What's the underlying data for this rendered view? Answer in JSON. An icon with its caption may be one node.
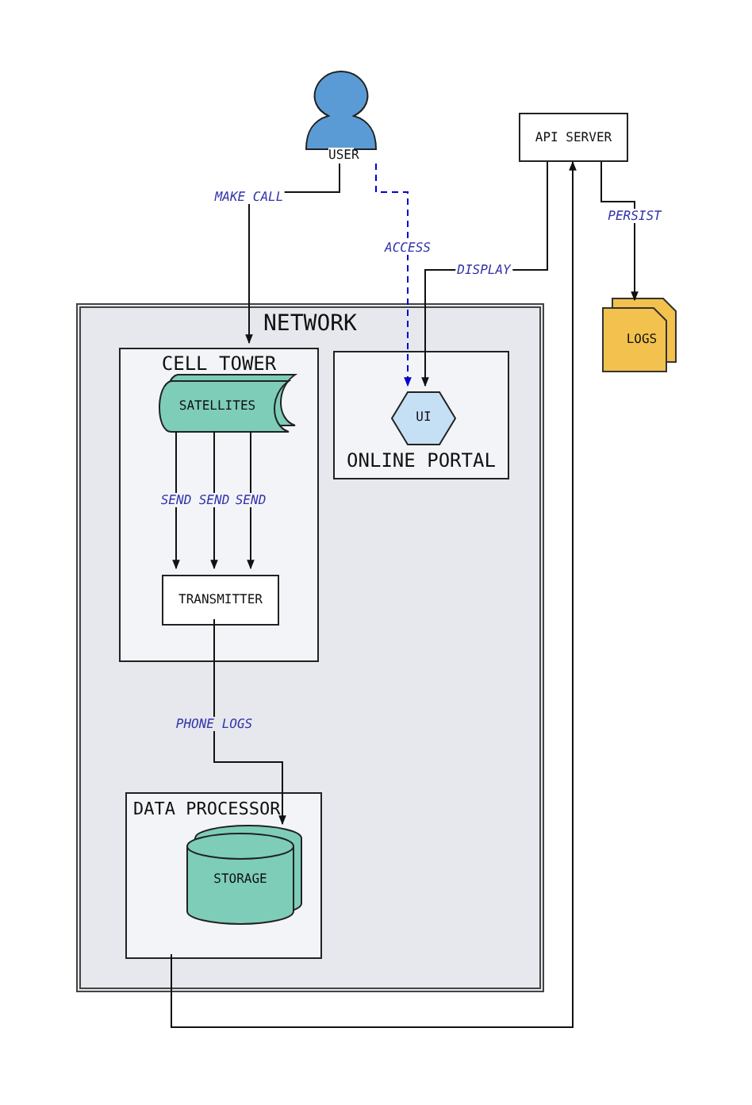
{
  "diagram": {
    "nodes": [
      {
        "text": [
          "USER"
        ]
      },
      {
        "text": [
          "API SERVER"
        ]
      },
      {
        "text": [
          "LOGS"
        ]
      },
      {
        "text": [
          "NETWORK"
        ]
      },
      {
        "text": [
          "CELL TOWER"
        ],
        "in": 3
      },
      {
        "text": [
          "SATELLITES"
        ],
        "in": 4
      },
      {
        "text": [
          "TRANSMITTER"
        ],
        "in": 4
      },
      {
        "text": [
          "ONLINE PORTAL"
        ],
        "in": 3
      },
      {
        "text": [
          "UI"
        ],
        "in": 7
      },
      {
        "text": [
          "DATA PROCESSOR"
        ],
        "in": 3
      },
      {
        "text": [
          "STORAGE"
        ],
        "in": 9
      }
    ],
    "edges": [
      {
        "from": 0,
        "to": 4,
        "arrow": "to",
        "label": "MAKE CALL"
      },
      {
        "from": 0,
        "to": 8,
        "arrow": "to",
        "label": "ACCESS",
        "style": "dashed",
        "color": "#0000cc"
      },
      {
        "from": 1,
        "to": 8,
        "arrow": "to",
        "label": "DISPLAY"
      },
      {
        "from": 1,
        "to": 2,
        "arrow": "to",
        "label": "PERSIST"
      },
      {
        "from": 5,
        "to": 6,
        "arrow": "to",
        "label": "SEND"
      },
      {
        "from": 5,
        "to": 6,
        "arrow": "to",
        "label": "SEND"
      },
      {
        "from": 5,
        "to": 6,
        "arrow": "to",
        "label": "SEND"
      },
      {
        "from": 6,
        "to": 10,
        "arrow": "to",
        "label": "PHONE LOGS"
      },
      {
        "from": 9,
        "to": 1,
        "arrow": "to"
      }
    ]
  }
}
